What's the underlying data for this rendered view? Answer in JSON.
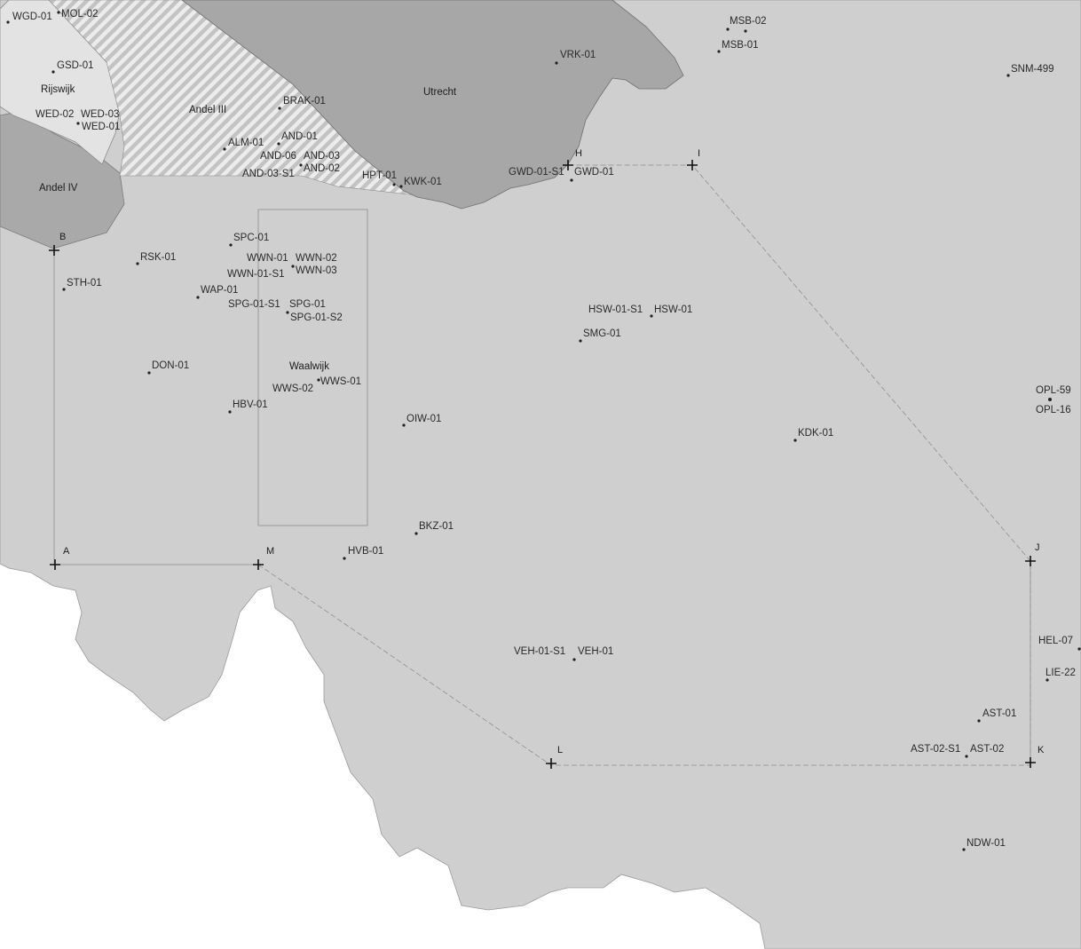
{
  "map": {
    "areas": {
      "andel_iii": "Andel III",
      "utrecht": "Utrecht",
      "andel_iv": "Andel IV",
      "rijswijk": "Rijswijk",
      "waalwijk": "Waalwijk"
    },
    "corners": {
      "a": "A",
      "b": "B",
      "h": "H",
      "i": "I",
      "j": "J",
      "k": "K",
      "l": "L",
      "m": "M"
    },
    "wells": {
      "wgd_01": "WGD-01",
      "mol_02": "MOL-02",
      "gsd_01": "GSD-01",
      "wed_02": "WED-02",
      "wed_03": "WED-03",
      "wed_01": "WED-01",
      "brak_01": "BRAK-01",
      "alm_01": "ALM-01",
      "and_01": "AND-01",
      "and_06": "AND-06",
      "and_03": "AND-03",
      "and_03_s1": "AND-03-S1",
      "and_02": "AND-02",
      "hpt_01": "HPT-01",
      "kwk_01": "KWK-01",
      "vrk_01": "VRK-01",
      "msb_02": "MSB-02",
      "msb_01": "MSB-01",
      "snm_499": "SNM-499",
      "gwd_01_s1": "GWD-01-S1",
      "gwd_01": "GWD-01",
      "spc_01": "SPC-01",
      "rsk_01": "RSK-01",
      "wwn_01": "WWN-01",
      "wwn_02": "WWN-02",
      "wwn_01_s1": "WWN-01-S1",
      "wwn_03": "WWN-03",
      "sth_01": "STH-01",
      "wap_01": "WAP-01",
      "spg_01_s1": "SPG-01-S1",
      "spg_01": "SPG-01",
      "spg_01_s2": "SPG-01-S2",
      "hsw_01_s1": "HSW-01-S1",
      "hsw_01": "HSW-01",
      "smg_01": "SMG-01",
      "don_01": "DON-01",
      "wws_02": "WWS-02",
      "wws_01": "WWS-01",
      "hbv_01": "HBV-01",
      "oiw_01": "OIW-01",
      "kdk_01": "KDK-01",
      "opl_59": "OPL-59",
      "opl_16": "OPL-16",
      "bkz_01": "BKZ-01",
      "hvb_01": "HVB-01",
      "veh_01_s1": "VEH-01-S1",
      "veh_01": "VEH-01",
      "hel_07": "HEL-07",
      "lie_22": "LIE-22",
      "ast_01": "AST-01",
      "ast_02_s1": "AST-02-S1",
      "ast_02": "AST-02",
      "ndw_01": "NDW-01"
    },
    "colors": {
      "background": "#ffffff",
      "land": "#cfcfcf",
      "dark_area": "#a8a8a8",
      "hatch": "#e2e2e2",
      "outline": "#8a8a8a",
      "text": "#2a2a2a"
    }
  }
}
